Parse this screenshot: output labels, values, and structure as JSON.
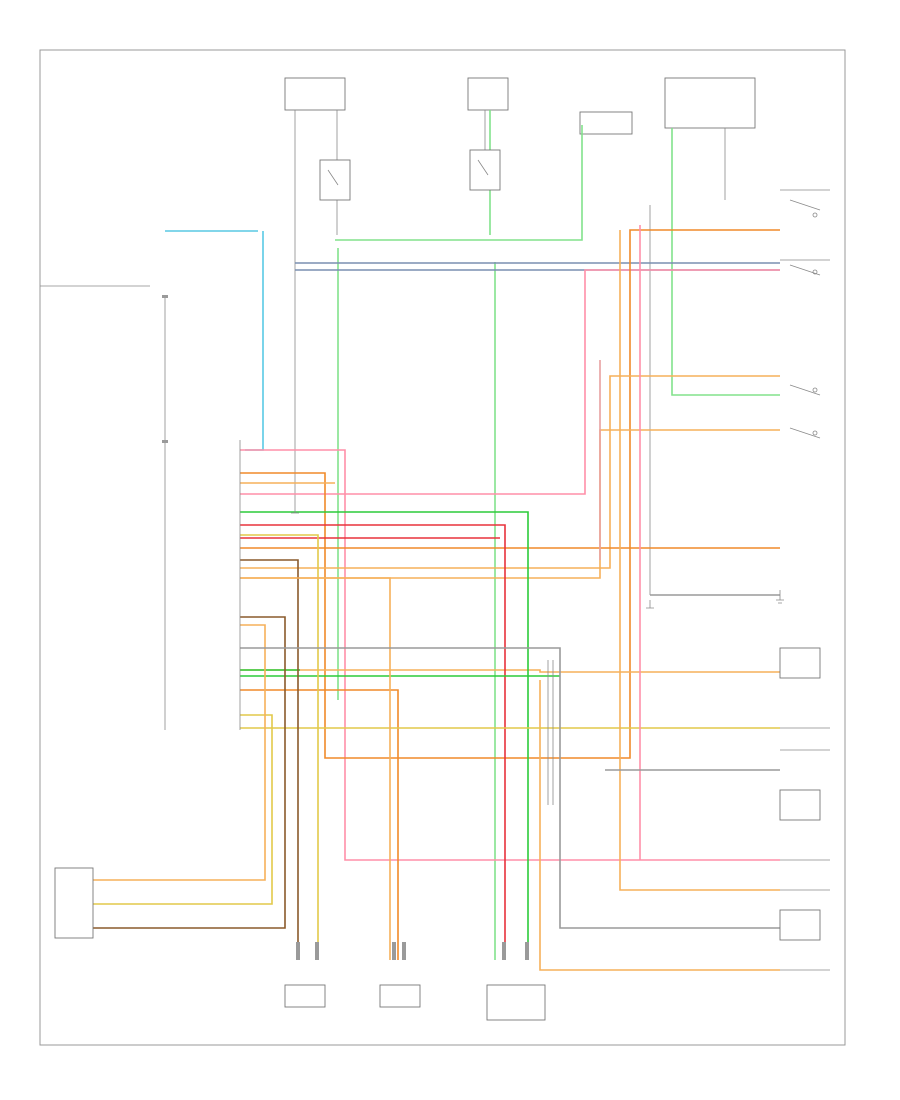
{
  "diagram": {
    "page_code": "",
    "footer_right": "",
    "module_pins": [
      "",
      "",
      "",
      "",
      "",
      "",
      "",
      "",
      "",
      "",
      "",
      "",
      "",
      "",
      "",
      "",
      "",
      "",
      "",
      "",
      "",
      "",
      "",
      "",
      "",
      "",
      "",
      "",
      "",
      "",
      "",
      ""
    ],
    "wire_colors": {
      "red": "#e8323c",
      "pink": "#ff8fa8",
      "orange": "#f08a2a",
      "light_orange": "#f6b05a",
      "yellow": "#e2c94a",
      "green": "#2ccc3a",
      "light_green": "#82e28c",
      "cyan": "#59c9e4",
      "brown": "#8a5a2b",
      "gray": "#9a9a9a",
      "blue_gray": "#7a8fb0"
    },
    "icons": [
      "ground-symbol",
      "sensor-box",
      "switch-symbol",
      "connector-pin"
    ]
  }
}
